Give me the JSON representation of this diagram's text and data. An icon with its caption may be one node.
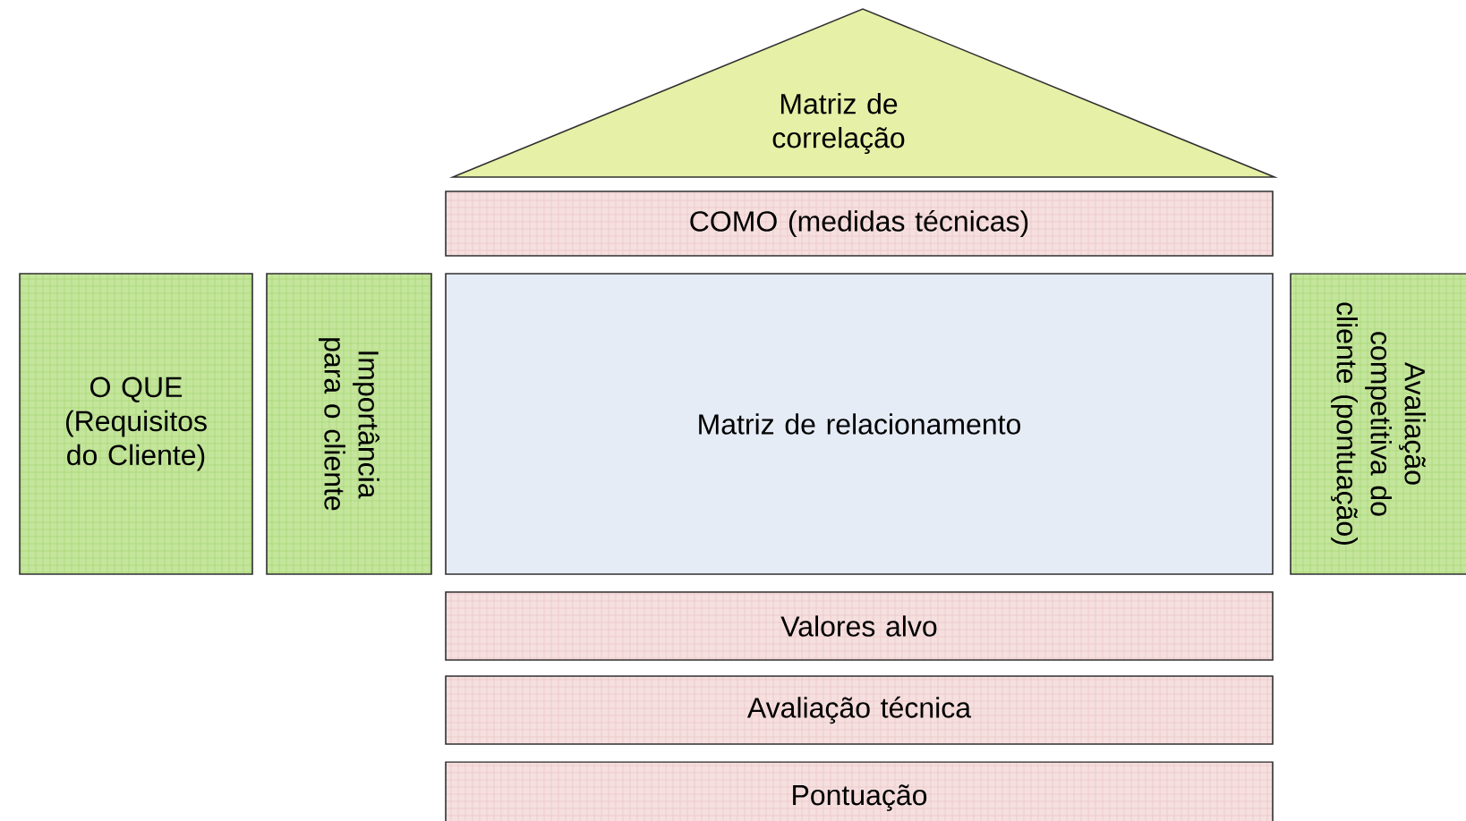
{
  "diagram": {
    "nodes": [
      {
        "text": [
          "Matriz de correlação"
        ]
      },
      {
        "text": [
          "COMO (medidas técnicas)"
        ]
      },
      {
        "text": [
          "O QUE (Requisitos do Cliente)"
        ]
      },
      {
        "text": [
          "Importância para o cliente"
        ]
      },
      {
        "text": [
          "Matriz de relacionamento"
        ]
      },
      {
        "text": [
          "Avaliação competitiva do cliente (pontuação)"
        ]
      },
      {
        "text": [
          "Valores alvo"
        ]
      },
      {
        "text": [
          "Avaliação técnica"
        ]
      },
      {
        "text": [
          "Pontuação"
        ]
      }
    ]
  }
}
